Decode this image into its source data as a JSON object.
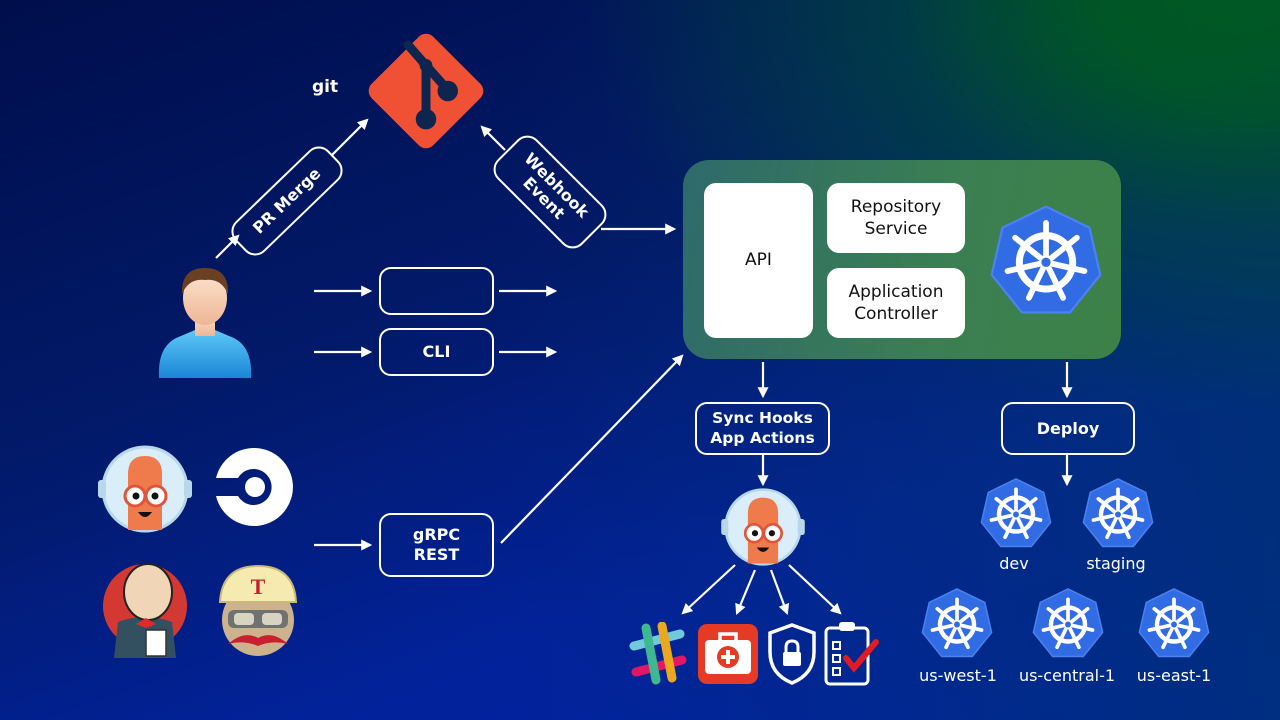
{
  "diagram": {
    "git_label": "git",
    "pr_merge": "PR Merge",
    "webhook_event": [
      "Webhook",
      "Event"
    ],
    "ui_box": "",
    "cli_box": "CLI",
    "grpc_box": [
      "gRPC",
      "REST"
    ],
    "panel": {
      "api": "API",
      "repository_service": [
        "Repository",
        "Service"
      ],
      "application_controller": [
        "Application",
        "Controller"
      ]
    },
    "sync_hooks": [
      "Sync Hooks",
      "App Actions"
    ],
    "deploy": "Deploy",
    "environments": [
      "dev",
      "staging",
      "us-west-1",
      "us-central-1",
      "us-east-1"
    ],
    "icons": {
      "git": "git-logo-icon",
      "user": "user-avatar-icon",
      "kubernetes": "kubernetes-icon",
      "argo": "argo-mascot-icon",
      "circleci": "circleci-icon",
      "jenkins": "jenkins-icon",
      "travis": "travis-ci-icon",
      "slack": "slack-icon",
      "first_aid": "health-check-icon",
      "shield": "security-shield-icon",
      "checklist": "checklist-icon"
    },
    "colors": {
      "git_orange": "#f05033",
      "k8s_blue": "#326ce5",
      "argo_orange": "#ef7b4d",
      "panel_green": "#3b7f52"
    }
  }
}
